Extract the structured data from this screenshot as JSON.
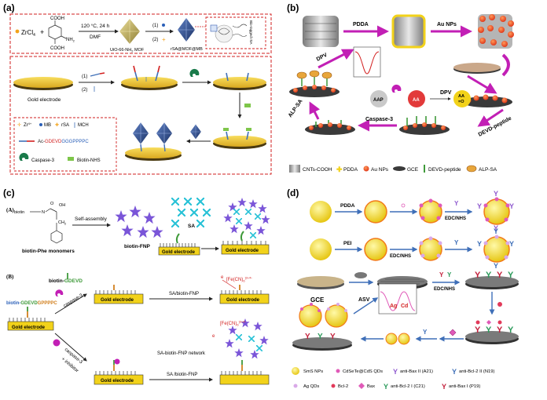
{
  "panel_a": {
    "letter": "(a)",
    "zrcl4": "ZrCl",
    "zrcl4_sub": "4",
    "cooh_top": "COOH",
    "cooh_bottom": "COOH",
    "nh2": "NH",
    "nh2_sub": "2",
    "condition": "120 °C, 24 h",
    "solvent": "DMF",
    "mof_label": "UiO-66-NH",
    "mof_label_sub": "2",
    "mof_label_end": " MOF",
    "step1": "(1)",
    "step2": "(2)",
    "rsa_mof_mb": "rSA@MOF@MB",
    "inset_label": "Bio-tagged rSA",
    "gold_electrode": "Gold electrode",
    "e_step1": "(1)",
    "e_step2": "(2)",
    "legend": {
      "zr": "Zr",
      "zr_sup": "4+",
      "mb": "MB",
      "rsa": "rSA",
      "mch": "MCH",
      "peptide_prefix": "Ac-",
      "peptide_red": "GDEVD",
      "peptide_blue": "GGGPPPPC",
      "caspase": "Caspase-3",
      "biotin": "Biotin-NHS"
    }
  },
  "panel_b": {
    "letter": "(b)",
    "pdda": "PDDA",
    "aunps": "Au NPs",
    "dpv_top": "DPV",
    "dpv_mid": "DPV",
    "aap": "AAP",
    "aa": "AA",
    "aa_ox": "AA",
    "aa_ox2": "=O",
    "alp_sa": "ALP-SA",
    "caspase": "Caspase-3",
    "devd": "DEVD-peptide",
    "legend": {
      "cnts": "CNTs-COOH",
      "pdda": "PDDA",
      "aunps": "Au NPs",
      "gce": "GCE",
      "devd": "DEVD-peptide",
      "alpsa": "ALP-SA"
    }
  },
  "panel_c": {
    "letter": "(c)",
    "part_a": "(A)",
    "biotin": "biotin",
    "nh": "N",
    "oh": "OH",
    "o": "O",
    "ch2": "CH",
    "ch2_sub": "2",
    "monomers": "biotin-Phe monomers",
    "self_assembly": "Self-assembly",
    "sa": "SA",
    "fnp": "biotin-FNP",
    "gold1": "Gold electrode",
    "gold2": "Gold electrode",
    "part_b": "(B)",
    "biotin_gdevd_black": "biotin-",
    "biotin_gdevd_green": "GDEVD",
    "long_black": "biotin-",
    "long_green": "GDEVD",
    "long_orange": "GPPPPC",
    "caspase": "caspase-3",
    "caspase_inh": "caspase-3",
    "inhibitor": "+ inhibitor",
    "gold3": "Gold electrode",
    "gold4": "Gold electrode",
    "gold5": "Gold electrode",
    "gold6": "Gold electrode",
    "sa_fnp1": "SA/biotin-FNP",
    "sa_fnp2": "SA /biotin-FNP",
    "fe1": "[Fe(CN)",
    "fe1_sub": "6",
    "fe1_sup": "]3-/4-",
    "fe2": "[Fe(CN)",
    "fe2_sub": "6",
    "fe2_sup": "]3-/4-",
    "network": "SA-biotin-FNP  network",
    "e1": "e",
    "e2": "e"
  },
  "panel_d": {
    "letter": "(d)",
    "pdda": "PDDA",
    "pei": "PEI",
    "edc1": "EDC/NHS",
    "edc2": "EDC/NHS",
    "edc3": "EDC/NHS",
    "gce": "GCE",
    "asv": "ASV",
    "ag": "Ag",
    "cd": "Cd",
    "legend": {
      "sms": "SmS NPs",
      "cdsete": "CdSeTe@CdS QDs",
      "antibax2": "anti-Bax  II (A21)",
      "antibcl2_2": "anti-Bcl-2  II (N19)",
      "agqds": "Ag QDs",
      "bcl2": "Bcl-2",
      "bax": "Bax",
      "antibcl2_1": "anti-Bcl-2  I (C21)",
      "antibax1": "anti-Bax  I (P19)"
    }
  },
  "colors": {
    "red_dash": "#d21f1f",
    "magenta": "#c21fb5",
    "gold_yellow": "#f2d21a",
    "electrode_gold": "#e9c230",
    "blue_mof": "#2c4e8f",
    "purple_fnp": "#7a55d8",
    "cyan_sa": "#26c1d6"
  }
}
